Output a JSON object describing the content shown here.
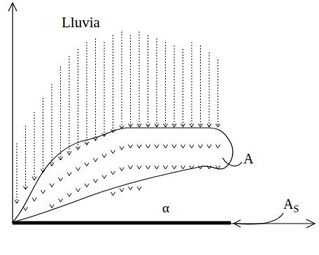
{
  "diagram": {
    "labels": [
      "Lluvia",
      "A",
      "AS",
      "α"
    ]
  }
}
